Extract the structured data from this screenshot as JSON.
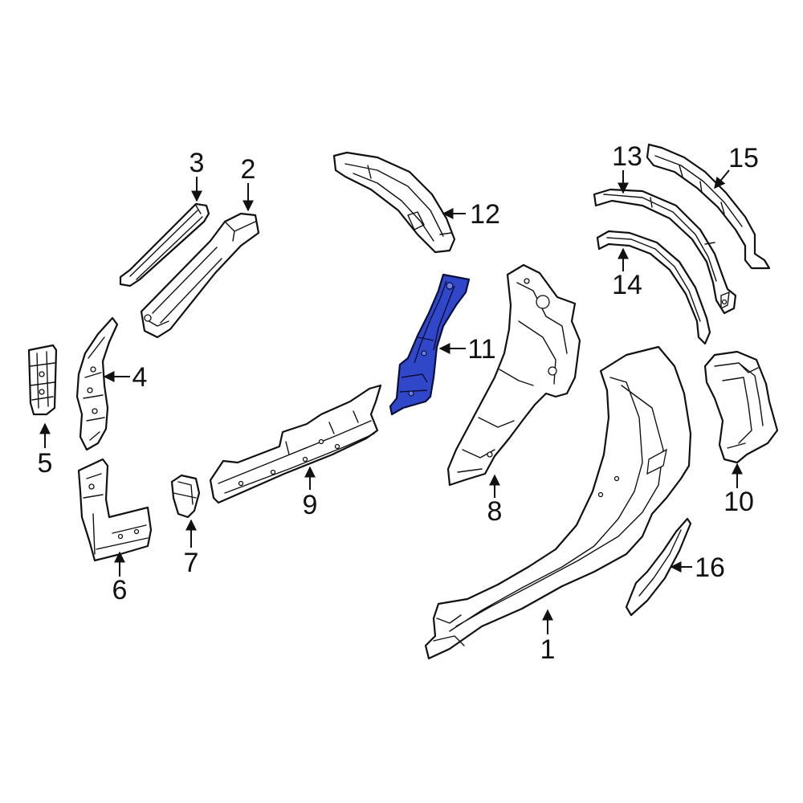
{
  "highlight_color": "#2f47c8",
  "parts": [
    {
      "id": "1",
      "label": "1"
    },
    {
      "id": "2",
      "label": "2"
    },
    {
      "id": "3",
      "label": "3"
    },
    {
      "id": "4",
      "label": "4"
    },
    {
      "id": "5",
      "label": "5"
    },
    {
      "id": "6",
      "label": "6"
    },
    {
      "id": "7",
      "label": "7"
    },
    {
      "id": "8",
      "label": "8"
    },
    {
      "id": "9",
      "label": "9"
    },
    {
      "id": "10",
      "label": "10"
    },
    {
      "id": "11",
      "label": "11",
      "highlighted": true
    },
    {
      "id": "12",
      "label": "12"
    },
    {
      "id": "13",
      "label": "13"
    },
    {
      "id": "14",
      "label": "14"
    },
    {
      "id": "15",
      "label": "15"
    },
    {
      "id": "16",
      "label": "16"
    }
  ]
}
